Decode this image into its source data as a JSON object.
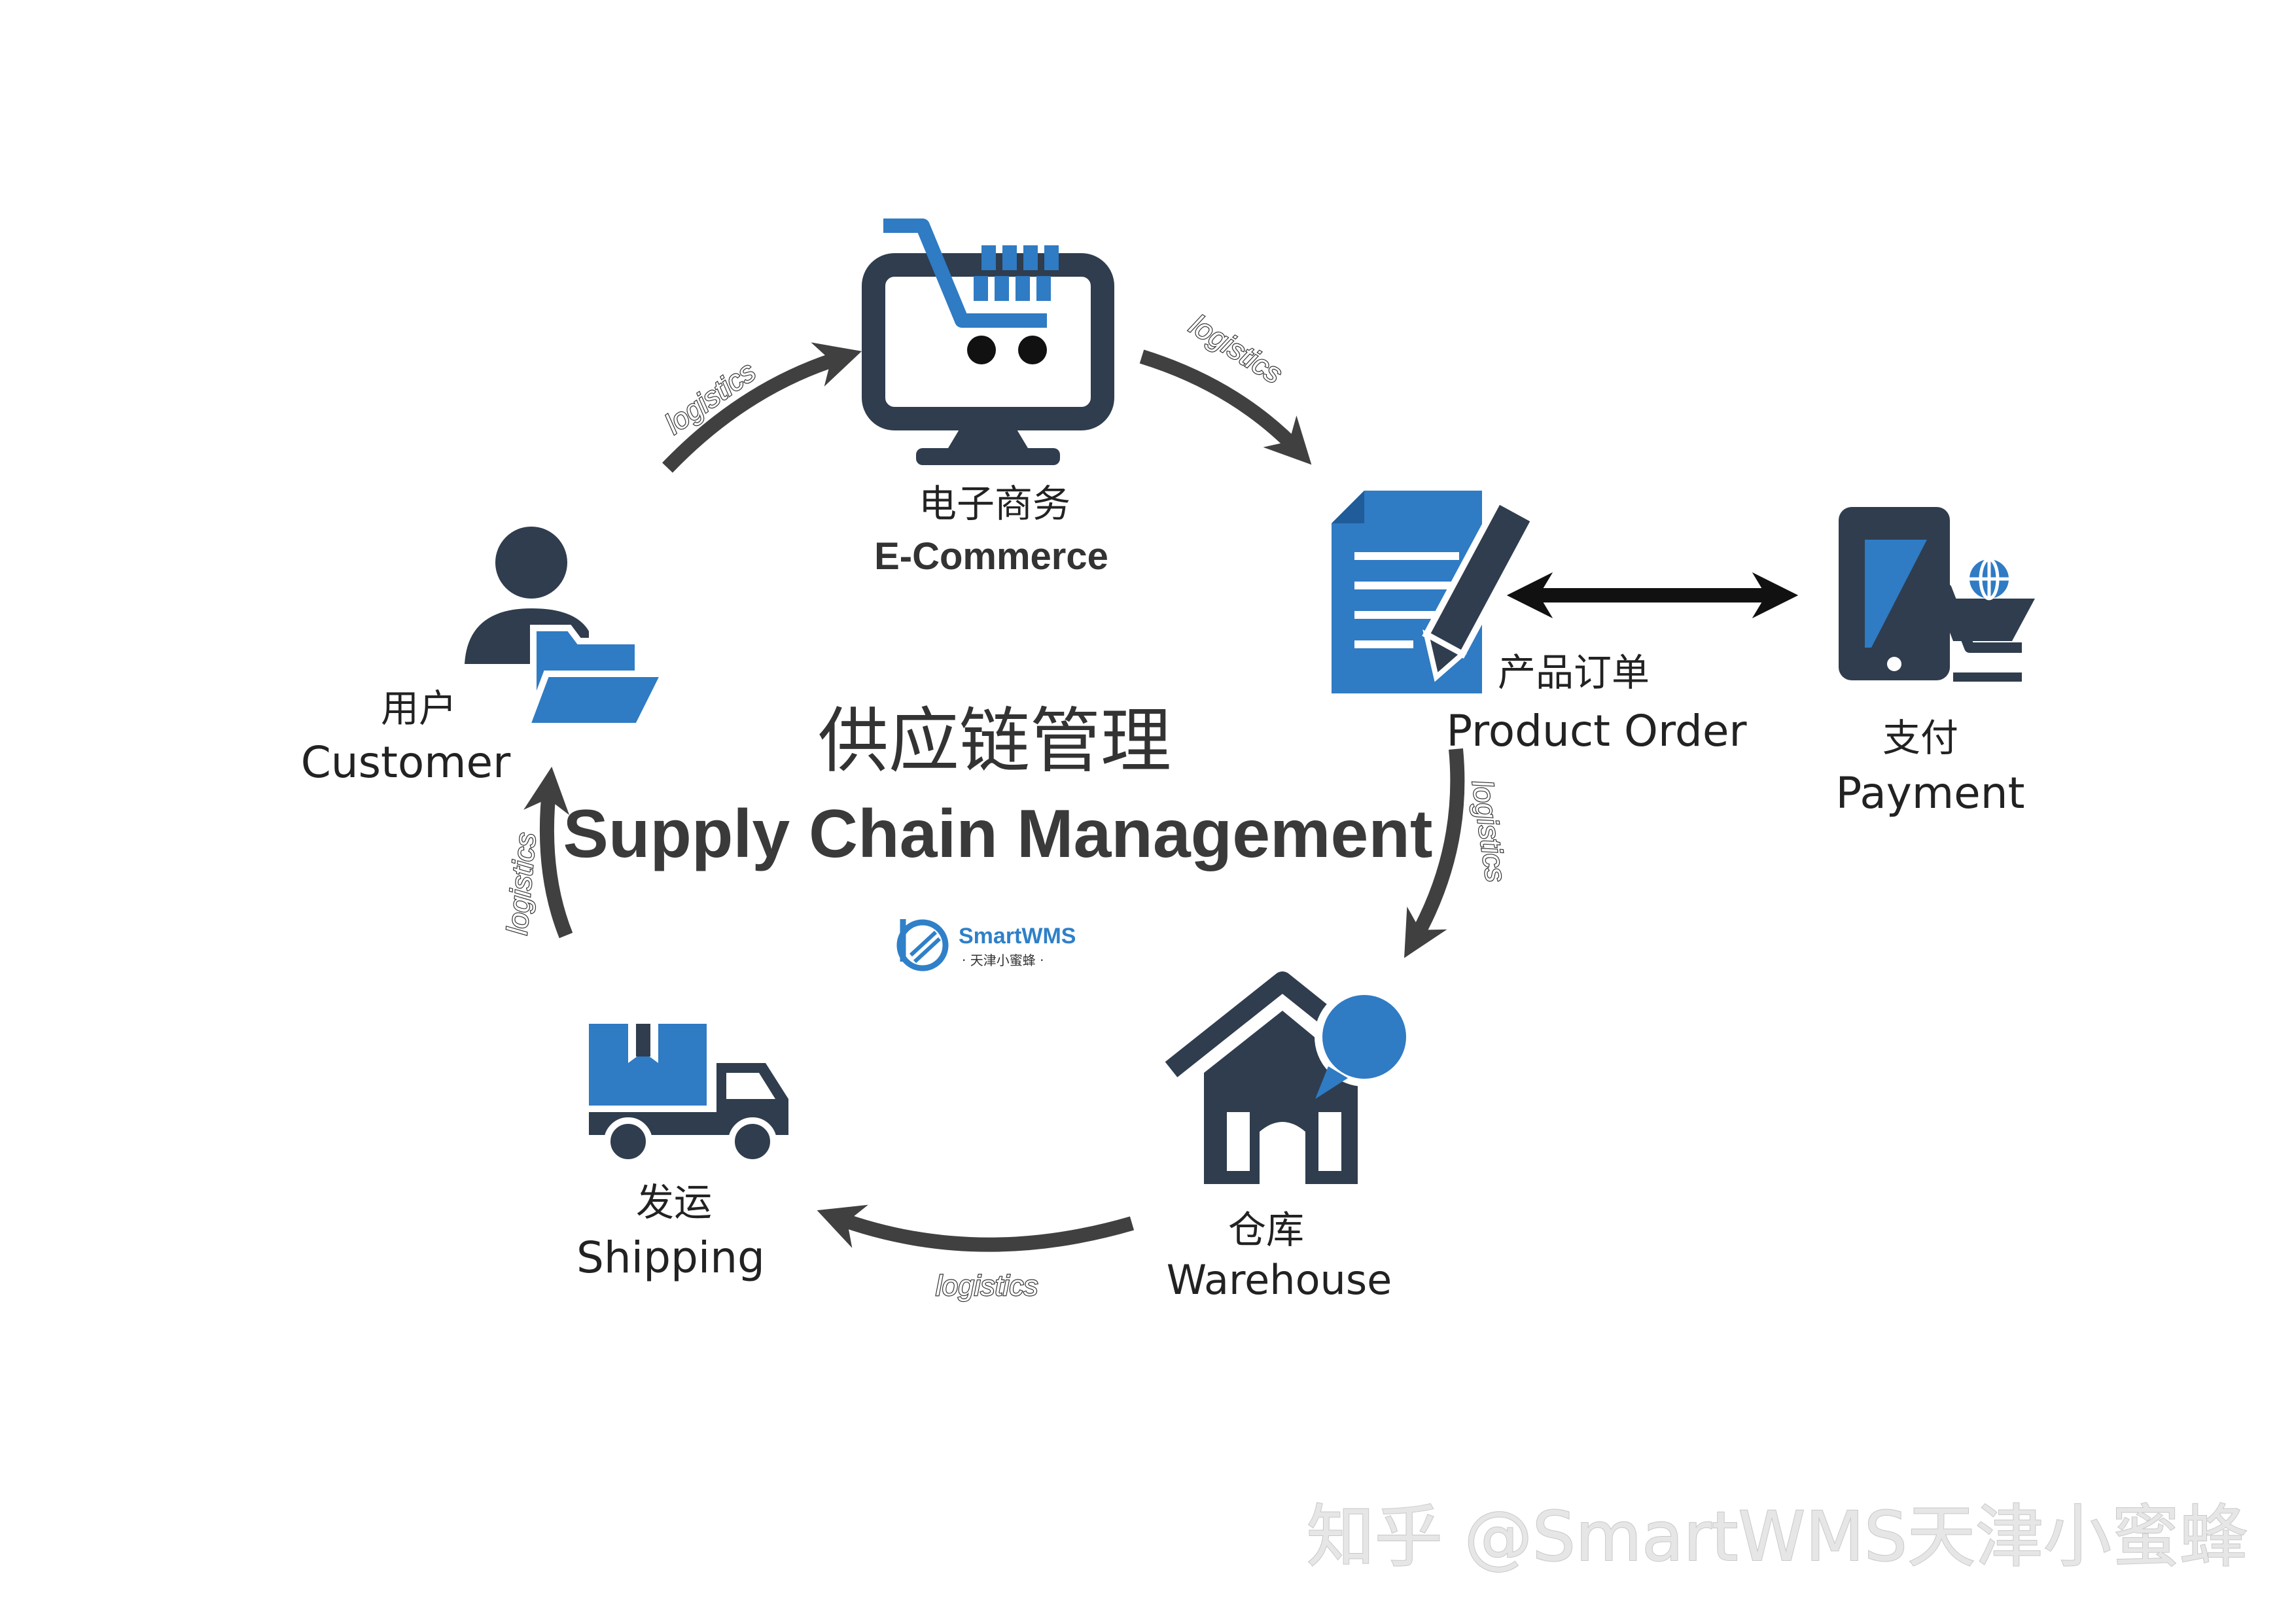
{
  "title": {
    "cn": "供应链管理",
    "en": "Supply Chain Management"
  },
  "brand": {
    "name": "SmartWMS",
    "sub": "· 天津小蜜蜂 ·"
  },
  "nodes": {
    "ecommerce": {
      "cn": "电子商务",
      "en": "E-Commerce"
    },
    "order": {
      "cn": "产品订单",
      "en": "Product Order"
    },
    "payment": {
      "cn": "支付",
      "en": "Payment"
    },
    "warehouse": {
      "cn": "仓库",
      "en": "Warehouse"
    },
    "shipping": {
      "cn": "发运",
      "en": "Shipping"
    },
    "customer": {
      "cn": "用户",
      "en": "Customer"
    }
  },
  "edge_label": "logistics",
  "watermark": "知乎 @SmartWMS天津小蜜蜂",
  "colors": {
    "dark": "#2f3d4e",
    "blue": "#2f7bc4",
    "arrow": "#404040"
  },
  "icons": {
    "ecommerce": "computer-cart-icon",
    "order": "document-pen-icon",
    "payment": "tablet-cart-icon",
    "warehouse": "house-chat-icon",
    "shipping": "truck-box-icon",
    "customer": "user-folder-icon"
  }
}
